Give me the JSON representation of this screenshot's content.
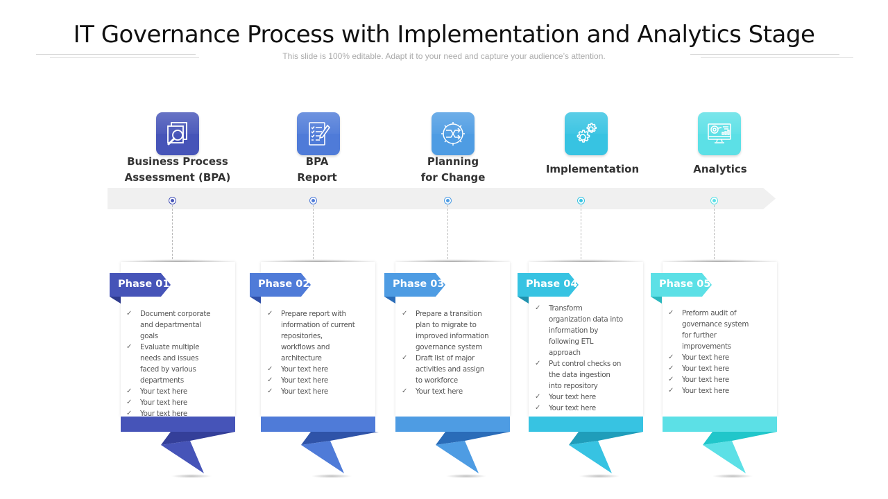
{
  "header": {
    "title": "IT Governance Process with Implementation and Analytics Stage",
    "subtitle": "This slide is 100% editable. Adapt it to your need and capture your audience’s attention."
  },
  "colors": {
    "stage1": "#4654B8",
    "stage2": "#4F7BD8",
    "stage3": "#4E9CE3",
    "stage4": "#37C3E2",
    "stage5": "#5CE0E6",
    "timeline": "#F0F0F0"
  },
  "stages": [
    {
      "icon": "document-search-icon",
      "label_line1": "Business  Process",
      "label_line2": "Assessment (BPA)",
      "phase": "Phase 01",
      "bullets": [
        {
          "check": "✓",
          "text": "Document corporate and departmental goals"
        },
        {
          "check": "✓",
          "text": "Evaluate multiple needs and issues faced by various departments"
        },
        {
          "check": "✓",
          "text": "Your text here"
        },
        {
          "check": "✓",
          "text": "Your text here"
        },
        {
          "check": "✓",
          "text": "Your text here"
        }
      ]
    },
    {
      "icon": "report-checklist-icon",
      "label_line1": "BPA",
      "label_line2": "Report",
      "phase": "Phase 02",
      "bullets": [
        {
          "check": "✓",
          "text": "Prepare report with information of current repositories, workflows and architecture"
        },
        {
          "check": "✓",
          "text": "Your text here"
        },
        {
          "check": "✓",
          "text": "Your text here"
        },
        {
          "check": "✓",
          "text": "Your text here"
        }
      ]
    },
    {
      "icon": "gear-change-icon",
      "label_line1": "Planning",
      "label_line2": "for Change",
      "phase": "Phase 03",
      "bullets": [
        {
          "check": "✓",
          "text": "Prepare a transition plan to migrate to improved information governance system"
        },
        {
          "check": "✓",
          "text": "Draft list of major activities and assign to workforce"
        },
        {
          "check": "✓",
          "text": "Your text here"
        }
      ]
    },
    {
      "icon": "gears-icon",
      "label_line1": "Implementation",
      "label_line2": "",
      "phase": "Phase 04",
      "bullets": [
        {
          "check": "✓",
          "text": "Transform organization data into information by following ETL approach"
        },
        {
          "check": "✓",
          "text": "Put control checks on the data ingestion into repository"
        },
        {
          "check": "✓",
          "text": "Your text here"
        },
        {
          "check": "✓",
          "text": "Your text here"
        }
      ]
    },
    {
      "icon": "analytics-monitor-icon",
      "label_line1": "Analytics",
      "label_line2": "",
      "phase": "Phase 05",
      "bullets": [
        {
          "check": "✓",
          "text": "Preform audit of governance system for further improvements"
        },
        {
          "check": "✓",
          "text": "Your text here"
        },
        {
          "check": "✓",
          "text": "Your text here"
        },
        {
          "check": "✓",
          "text": "Your text here"
        },
        {
          "check": "✓",
          "text": "Your text here"
        }
      ]
    }
  ]
}
